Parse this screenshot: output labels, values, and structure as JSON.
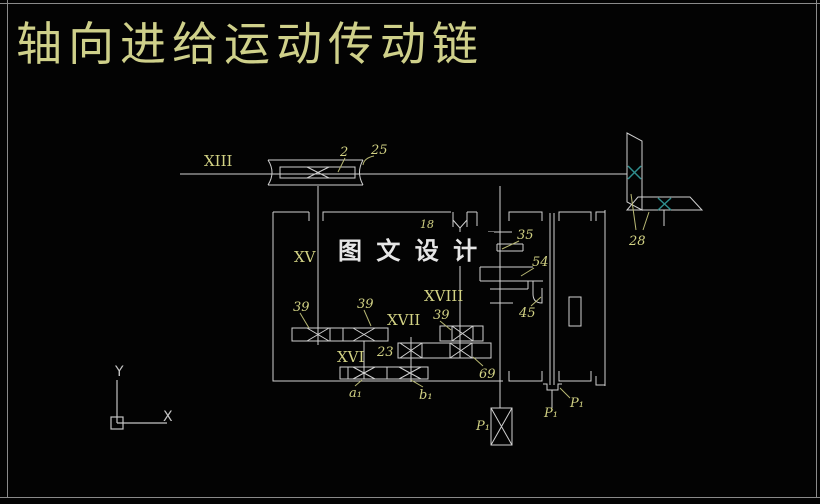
{
  "title": "轴向进给运动传动链",
  "watermark": "图 文 设 计",
  "colors": {
    "background": "#030303",
    "drawing_line": "#d0d0d0",
    "label_yellow": "#d2d284",
    "mesh_cross_cyan": "#2f8d8d",
    "watermark_text": "#e6e6e6",
    "viewport_border": "#8a8a8a"
  },
  "shaft_labels": {
    "xiii": "XIII",
    "xv": "XV",
    "xvi": "XVI",
    "xvii": "XVII",
    "xviii": "XVIII"
  },
  "gear_labels": {
    "worm": "2",
    "worm_wheel": "25",
    "bevel_pair": "28",
    "g18": "18",
    "g35": "35",
    "g54": "54",
    "g45": "45",
    "g39_left": "39",
    "g39_mid": "39",
    "g39_right": "39",
    "g23": "23",
    "g69": "69"
  },
  "point_labels": {
    "a1": "a₁",
    "b1": "b₁",
    "p1_pump": "P₁",
    "p1_screw": "P₁",
    "p1_nut": "P₁"
  },
  "ucs": {
    "x_axis": "X",
    "y_axis": "Y"
  }
}
